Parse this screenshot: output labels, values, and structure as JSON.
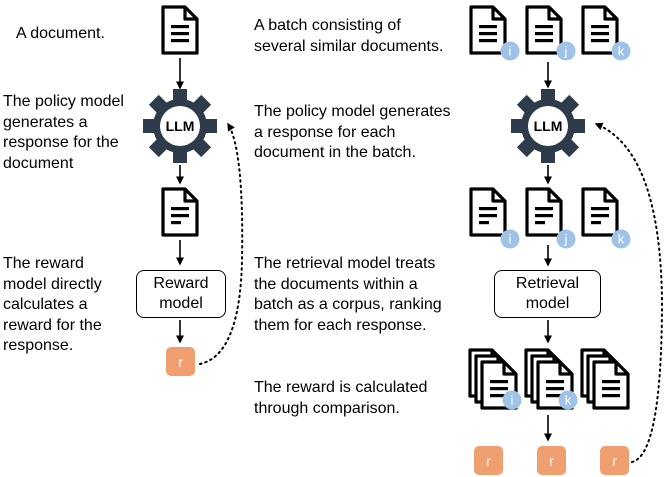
{
  "colors": {
    "reward_fill": "#F0A070",
    "badge_fill": "#9EC3E6",
    "gear_fill": "#2E3B4A",
    "line": "#000000"
  },
  "left": {
    "doc_text": "A document.",
    "policy_text": "The policy model\ngenerates a\nresponse for the\ndocument",
    "reward_text": "The reward\nmodel directly\ncalculates a\nreward for the\nresponse.",
    "reward_model_label": "Reward\nmodel",
    "reward_label": "r"
  },
  "right": {
    "batch_text": "A batch consisting of\nseveral similar documents.",
    "policy_text": "The policy model generates\na response for each\ndocument in the batch.",
    "retrieval_text": "The retrieval model treats\nthe documents within a\nbatch as a corpus, ranking\nthem for each response.",
    "comparison_text": "The reward is calculated\nthrough comparison.",
    "retrieval_model_label": "Retrieval\nmodel",
    "reward_labels": [
      "r",
      "r",
      "r"
    ],
    "badges_row1": [
      "i",
      "j",
      "k"
    ],
    "badges_row2": [
      "i",
      "j",
      "k"
    ],
    "badges_row3": [
      "i",
      "k"
    ]
  },
  "gear_label": "LLM",
  "icons": [
    "document-icon",
    "gear-icon",
    "stacked-documents-icon"
  ]
}
